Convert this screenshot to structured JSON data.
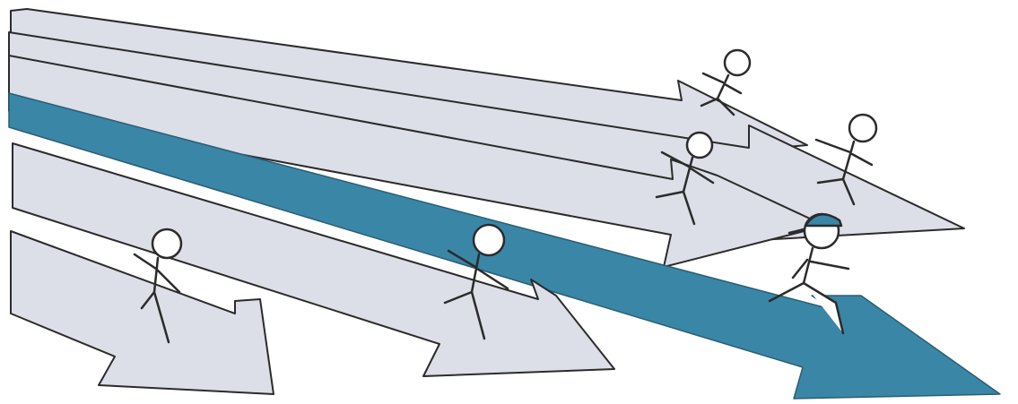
{
  "scene": {
    "description_icon": "running-race-arrows-illustration",
    "colors": {
      "arrow_grey": "#d9dbe6",
      "arrow_blue": "#3a86a6",
      "outline": "#2b2b2b",
      "figure_fill": "#ffffff",
      "cap_blue": "#3a86a6"
    },
    "lanes": [
      {
        "name": "lane-1",
        "color": "grey"
      },
      {
        "name": "lane-2",
        "color": "grey"
      },
      {
        "name": "lane-3",
        "color": "grey"
      },
      {
        "name": "lane-4",
        "color": "blue",
        "highlight": true
      },
      {
        "name": "lane-5",
        "color": "grey"
      },
      {
        "name": "lane-6",
        "color": "grey"
      }
    ],
    "runners": [
      {
        "name": "runner-back-top",
        "lane": "lane-1"
      },
      {
        "name": "runner-top-right",
        "lane": "lane-2"
      },
      {
        "name": "runner-middle",
        "lane": "lane-3"
      },
      {
        "name": "runner-leader-cap",
        "lane": "lane-4",
        "wears_cap": true
      },
      {
        "name": "runner-center",
        "lane": "lane-5"
      },
      {
        "name": "runner-left",
        "lane": "lane-6"
      }
    ]
  }
}
